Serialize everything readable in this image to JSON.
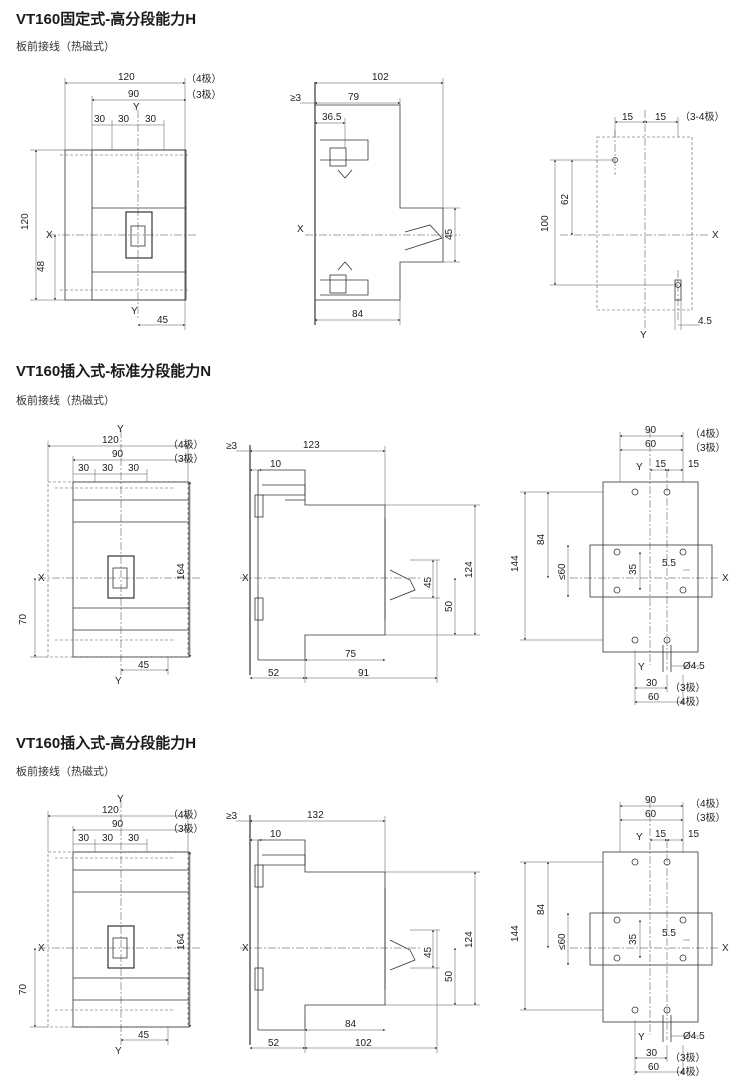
{
  "sections": [
    {
      "title": "VT160固定式-高分段能力H",
      "subtitle": "板前接线（热磁式）"
    },
    {
      "title": "VT160插入式-标准分段能力N",
      "subtitle": "板前接线（热磁式）"
    },
    {
      "title": "VT160插入式-高分段能力H",
      "subtitle": "板前接线（热磁式）"
    }
  ],
  "s1": {
    "front": {
      "d120": "120",
      "d90": "90",
      "d30a": "30",
      "d30b": "30",
      "d30c": "30",
      "p4": "（4极）",
      "p3": "（3极）",
      "y_top": "Y",
      "h120": "120",
      "x": "X",
      "h48": "48",
      "y_bot": "Y",
      "d45": "45"
    },
    "side": {
      "d102": "102",
      "ge3": "≥3",
      "d79": "79",
      "d365": "36.5",
      "x": "X",
      "d45": "45",
      "d84": "84"
    },
    "panel": {
      "d15a": "15",
      "d15b": "15",
      "p34": "（3-4极）",
      "h100": "100",
      "h62": "62",
      "x": "X",
      "y": "Y",
      "d45": "4.5"
    }
  },
  "s2": {
    "front": {
      "y_top": "Y",
      "d120": "120",
      "d90": "90",
      "d30a": "30",
      "d30b": "30",
      "d30c": "30",
      "p4": "（4极）",
      "p3": "（3极）",
      "h164": "164",
      "x": "X",
      "h70": "70",
      "y_bot": "Y",
      "d45": "45"
    },
    "side": {
      "ge3": "≥3",
      "d123": "123",
      "d10": "10",
      "x": "X",
      "d45": "45",
      "d124": "124",
      "d50": "50",
      "d75": "75",
      "d52": "52",
      "d91": "91"
    },
    "panel": {
      "d90": "90",
      "d60": "60",
      "p4": "（4极）",
      "p3": "（3极）",
      "y_top": "Y",
      "d15a": "15",
      "d15b": "15",
      "h84": "84",
      "h144": "144",
      "le60": "≤60",
      "h35": "35",
      "d55": "5.5",
      "x": "X",
      "y_bot": "Y",
      "d45": "Ø4.5",
      "b30": "30",
      "b60": "60",
      "bp3": "（3极）",
      "bp4": "（4极）"
    }
  },
  "s3": {
    "front": {
      "y_top": "Y",
      "d120": "120",
      "d90": "90",
      "d30a": "30",
      "d30b": "30",
      "d30c": "30",
      "p4": "（4极）",
      "p3": "（3极）",
      "h164": "164",
      "x": "X",
      "h70": "70",
      "y_bot": "Y",
      "d45": "45"
    },
    "side": {
      "ge3": "≥3",
      "d132": "132",
      "d10": "10",
      "x": "X",
      "d45": "45",
      "d124": "124",
      "d50": "50",
      "d84": "84",
      "d52": "52",
      "d102": "102"
    },
    "panel": {
      "d90": "90",
      "d60": "60",
      "p4": "（4极）",
      "p3": "（3极）",
      "y_top": "Y",
      "d15a": "15",
      "d15b": "15",
      "h84": "84",
      "h144": "144",
      "le60": "≤60",
      "h35": "35",
      "d55": "5.5",
      "x": "X",
      "y_bot": "Y",
      "d45": "Ø4.5",
      "b30": "30",
      "b60": "60",
      "bp3": "（3极）",
      "bp4": "（4极）"
    }
  }
}
